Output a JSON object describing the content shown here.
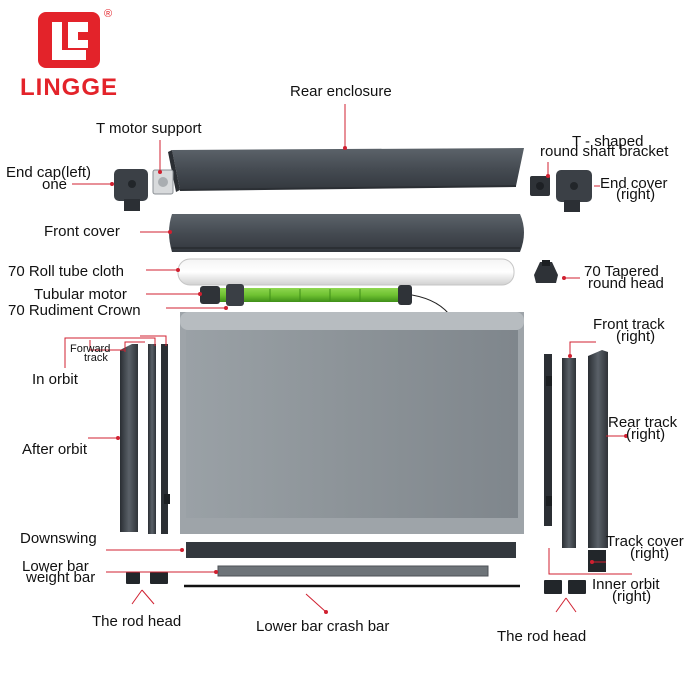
{
  "brand": {
    "name": "LINGGE",
    "registered_mark": "®",
    "color": "#e3232a"
  },
  "colors": {
    "housing": "#4a5057",
    "shade": "#8f969c",
    "motor": "#6fc232",
    "leader": "#d02030"
  },
  "labels": {
    "rear_enclosure": "Rear enclosure",
    "t_motor_support": "T motor support",
    "t_shaped_bracket_line1": "T - shaped",
    "t_shaped_bracket_line2": "round shaft bracket",
    "end_cap_left_line1": "End cap(left)",
    "end_cap_left_line2": "one",
    "end_cover_right_line1": "End cover",
    "end_cover_right_line2": "(right)",
    "front_cover": "Front cover",
    "roll_tube_cloth": "70 Roll tube cloth",
    "tubular_motor": "Tubular motor",
    "rudiment_crown": "70 Rudiment Crown",
    "tapered_round_head_line1": "70 Tapered",
    "tapered_round_head_line2": "round head",
    "forward_track_line1": "Forward",
    "forward_track_line2": "track",
    "in_orbit": "In orbit",
    "after_orbit": "After orbit",
    "front_track_right_line1": "Front track",
    "front_track_right_line2": "(right)",
    "rear_track_right_line1": "Rear track",
    "rear_track_right_line2": "(right)",
    "downswing": "Downswing",
    "lower_bar_weight_bar_line1": "Lower bar",
    "lower_bar_weight_bar_line2": "weight bar",
    "track_cover_right_line1": "Track cover",
    "track_cover_right_line2": "(right)",
    "inner_orbit_right_line1": "Inner orbit",
    "inner_orbit_right_line2": "(right)",
    "rod_head_left": "The rod head",
    "lower_bar_crash_bar": "Lower bar crash bar",
    "rod_head_right": "The rod head"
  }
}
